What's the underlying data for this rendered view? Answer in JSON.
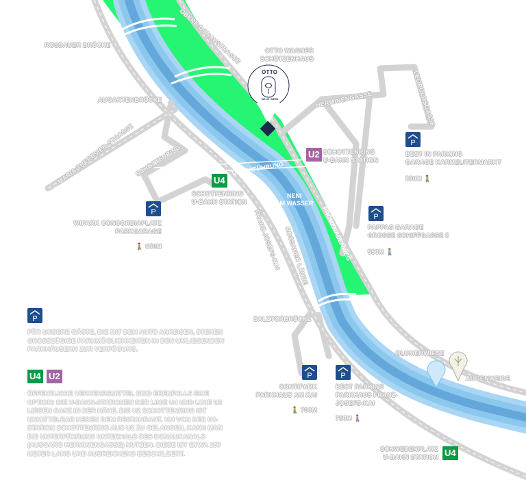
{
  "colors": {
    "park": "#26f574",
    "river_light": "#a9d6f5",
    "river_dark": "#5a9fd6",
    "road": "#d3d3d3",
    "parking": "#1f4e8c",
    "u4": "#0e9a48",
    "u2": "#a464a6",
    "pin": "#1e2a4a"
  },
  "venue": {
    "pin_logo": "OTTO",
    "pin_sub": "WILD WEIN",
    "name_line1": "Otto Wagner",
    "name_line2": "Schützenhaus"
  },
  "streets": {
    "obere_donaustrasse": "Obere Donaustraße",
    "rossauer_bruecke": "Roßauer Brücke",
    "augartenbruecke": "Augartenbrücke",
    "maria_theresien": "Maria-Theresien-Straße",
    "schottenring": "Schottenring",
    "herminengasse": "Herminengasse",
    "lessinggasse": "Leopoldsgasse",
    "rossauer_laende": "Rossauer Lände",
    "franz_josefs_kai": "Franz-Josefs-Kai",
    "salztorbruecke": "Salztorbrücke",
    "unterfuehrung": "Unterführung",
    "promenadenweg": "Promenadenweg",
    "neni_line1": "Neni",
    "neni_line2": "am Wasser"
  },
  "stations": {
    "u4_schottenring": {
      "badge": "U4",
      "line1": "Schottenring",
      "line2": "U-Bahn Station"
    },
    "u2_schottenring": {
      "badge": "U2",
      "line1": "Schottenring",
      "line2": "U-Bahn Station"
    },
    "u4_schwedenplatz": {
      "badge": "U4",
      "line1": "Schwedenplatz",
      "line2": "U-Bahn Station"
    }
  },
  "parking": [
    {
      "line1": "Wipark Concordiaplatz",
      "line2": "Parkgarage",
      "distance": "650m"
    },
    {
      "line1": "Best in Parking",
      "line2": "Garage Karmelitermarkt",
      "distance": "550m"
    },
    {
      "line1": "Pappas Garage",
      "line2": "Große Schiffgasse 5",
      "distance": "550m"
    },
    {
      "line1": "Contipark",
      "line2": "Parkhaus am Kai",
      "distance": "700m"
    },
    {
      "line1": "Best Parking",
      "line2": "Parkhaus Franz-",
      "line3": "Josefs-Kai",
      "distance": "750m"
    }
  ],
  "pois": {
    "blumenwiese": "Blumenwiese",
    "augenweide": "Augenweide"
  },
  "info": {
    "parking_icon": "P",
    "parking_text": "Für unsere Gäste, die mit dem Auto anreisen, stehen großzügige Parkmöglichkeiten in den umliegenden Parkhäusern zur Verfügung.",
    "transit_badges": [
      "U4",
      "U2"
    ],
    "transit_text": "Öffentliche Verkehrsmittel sind ebenfalls eine Option: Die U-Bahn-Stationen der Linie U4 und Linie U2 liegen ganz in der Nähe. Die U2 Schottenring ist unmittelbar neben dem Restaurant. Um von der U4-Station Schottenring aus U2 zu gelangen, kann man die Unterführung unterhalb des Donaukanals (Ausgang Herminengasse) nutzen. Diese ist etwa 150 Meter lang und ausreichend beschildert."
  }
}
